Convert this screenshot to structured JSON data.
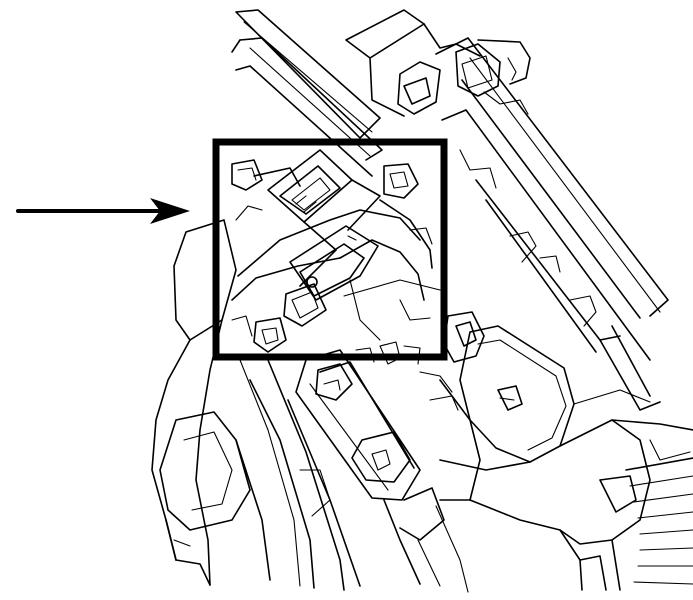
{
  "figure": {
    "line_color": "#000000",
    "background": "#ffffff",
    "callout": {
      "kind": "rectangle-highlight",
      "stroke_color": "#000000"
    },
    "pointer": {
      "kind": "arrow",
      "direction": "right"
    }
  }
}
